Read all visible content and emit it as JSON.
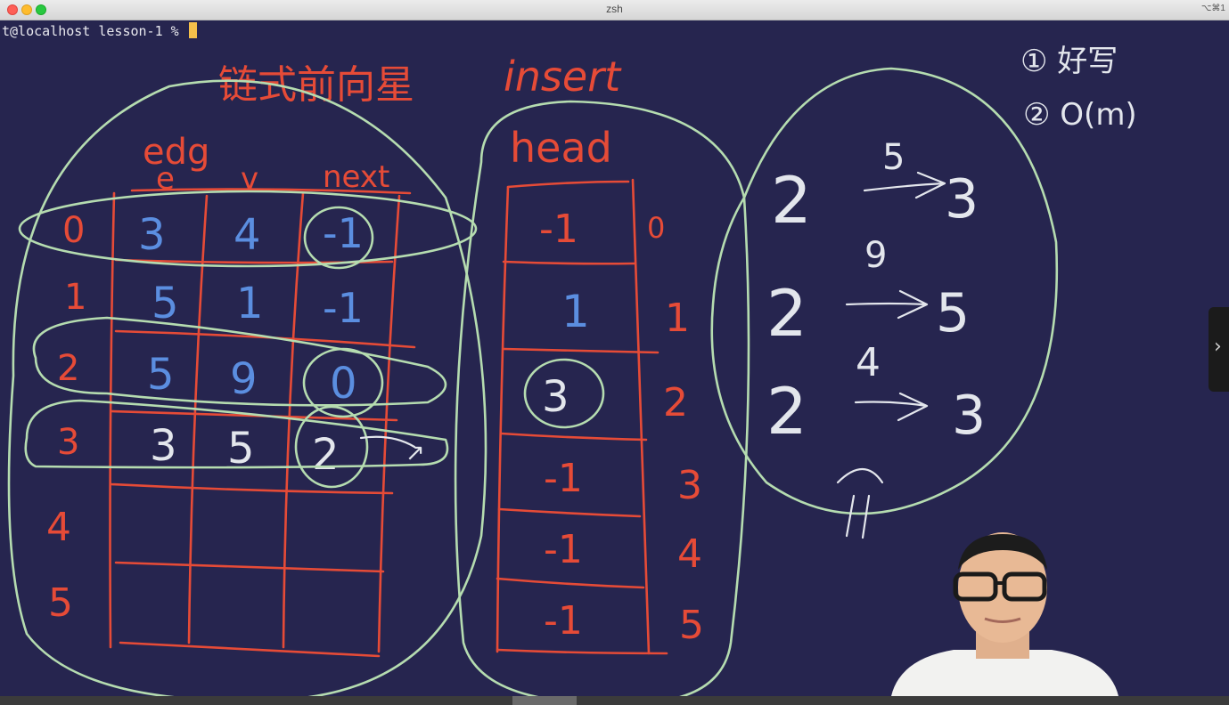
{
  "window": {
    "title": "zsh",
    "shortcut": "⌥⌘1"
  },
  "terminal": {
    "prompt": "t@localhost lesson-1 % "
  },
  "whiteboard": {
    "title_cn": "链式前向星",
    "title_en": "insert",
    "edge_label": "edg",
    "headers": {
      "e": "e",
      "v": "v",
      "next": "next"
    },
    "rows": [
      {
        "idx": "0",
        "e": "3",
        "v": "4",
        "next": "-1"
      },
      {
        "idx": "1",
        "e": "5",
        "v": "1",
        "next": "-1"
      },
      {
        "idx": "2",
        "e": "5",
        "v": "9",
        "next": "0"
      },
      {
        "idx": "3",
        "e": "3",
        "v": "5",
        "next": "2"
      },
      {
        "idx": "4",
        "e": "",
        "v": "",
        "next": ""
      },
      {
        "idx": "5",
        "e": "",
        "v": "",
        "next": ""
      }
    ],
    "head_label": "head",
    "head_values": [
      "-1",
      "1",
      "3",
      "-1",
      "-1",
      "-1"
    ],
    "head_indices": [
      "0",
      "1",
      "2",
      "3",
      "4",
      "5"
    ],
    "edges": [
      {
        "from": "2",
        "weight": "5",
        "to": "3"
      },
      {
        "from": "2",
        "weight": "9",
        "to": "5"
      },
      {
        "from": "2",
        "weight": "4",
        "to": "3"
      }
    ],
    "notes": [
      "① 好写",
      "② O(m)"
    ]
  }
}
